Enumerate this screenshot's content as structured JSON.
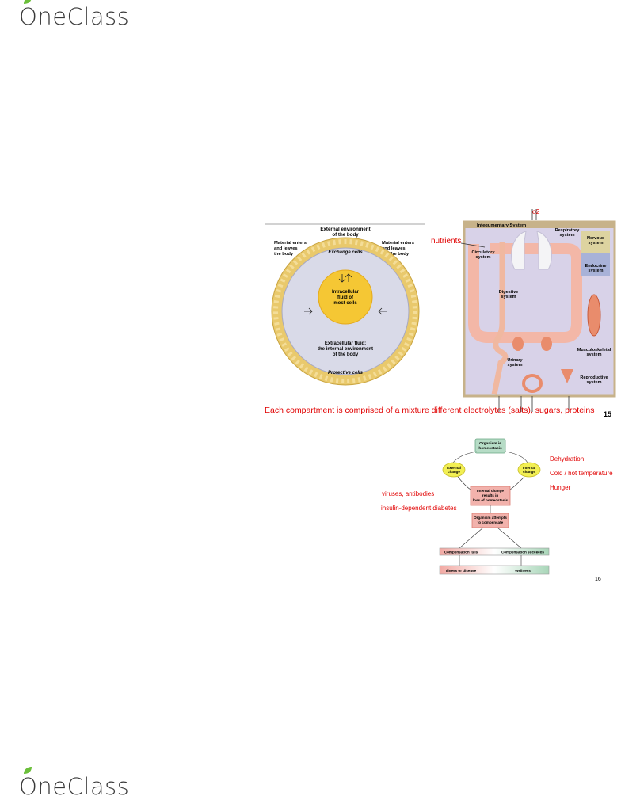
{
  "brand": {
    "name": "OneClass",
    "leaf_color": "#6bbf3a"
  },
  "slide15": {
    "cell_labels": {
      "external": "External environment",
      "external2": "of the body",
      "enter_left": [
        "Material enters",
        "and leaves",
        "the body"
      ],
      "enter_right": [
        "Material enters",
        "and leaves",
        "the body"
      ],
      "exchange": "Exchange cells",
      "intracellular": [
        "Intracellular",
        "fluid of",
        "most cells"
      ],
      "extracellular": [
        "Extracellular fluid:",
        "the internal environment",
        "of the body"
      ],
      "protective": "Protective cells"
    },
    "systems": {
      "integumentary": "Integumentary System",
      "respiratory": [
        "Respiratory",
        "system"
      ],
      "nervous": [
        "Nervous",
        "system"
      ],
      "endocrine": [
        "Endocrine",
        "system"
      ],
      "circulatory": [
        "Circulatory",
        "system"
      ],
      "digestive": [
        "Digestive",
        "system"
      ],
      "musculoskeletal": [
        "Musculoskeletal",
        "system"
      ],
      "urinary": [
        "Urinary",
        "system"
      ],
      "reproductive": [
        "Reproductive",
        "system"
      ]
    },
    "annotations": {
      "nutrients": "nutrients",
      "oxygen": "o2"
    },
    "caption": "Each compartment is comprised of a mixture different electrolytes (salts), sugars, proteins",
    "page_number": "15"
  },
  "slide16": {
    "flow": {
      "top": [
        "Organism is",
        "homeostasis"
      ],
      "external": [
        "External",
        "change"
      ],
      "internal": [
        "Internal",
        "change"
      ],
      "loss": [
        "Internal change",
        "results in",
        "loss of homeostasis"
      ],
      "attempt": [
        "Organism attempts",
        "to compensate"
      ],
      "fails": "Compensation fails",
      "succeeds": "Compensation succeeds",
      "illness": "Illness or disease",
      "wellness": "Wellness"
    },
    "left_notes": [
      "viruses, antibodies",
      "insulin-dependent diabetes"
    ],
    "right_notes": [
      "Dehydration",
      "Cold / hot temperature",
      "Hunger"
    ],
    "page_number": "16"
  },
  "colors": {
    "annotation_red": "#e10000"
  }
}
